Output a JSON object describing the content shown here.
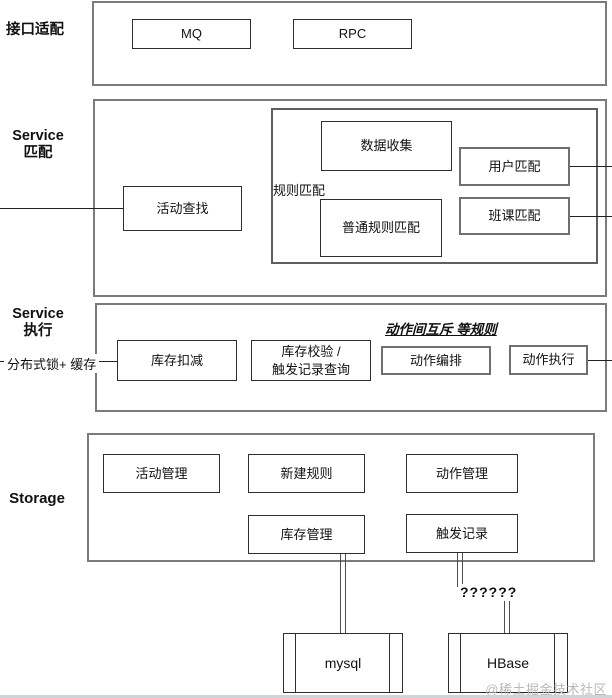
{
  "colors": {
    "section_border": "#7b7b7b",
    "node_border": "#2e2e2e",
    "watermark_text": "#b9b9b9"
  },
  "interface_section": {
    "label": "接口适配",
    "mq": "MQ",
    "rpc": "RPC"
  },
  "match_section": {
    "label": "Service\n匹配",
    "activity_lookup": "活动查找",
    "rule_group_label": "规则匹配",
    "data_collection": "数据收集",
    "normal_rule_match": "普通规则匹配",
    "user_match": "用户匹配",
    "class_match": "班课匹配"
  },
  "execute_section": {
    "label": "Service\n执行",
    "rule_note": "动作间互斥 等规则",
    "lock_cache_label": "分布式锁+ 缓存",
    "inventory_deduct": "库存扣减",
    "inventory_check": "库存校验 /\n触发记录查询",
    "action_orchestration": "动作编排",
    "action_execution": "动作执行"
  },
  "storage_section": {
    "label": "Storage",
    "activity_mgmt": "活动管理",
    "rule_create": "新建规则",
    "action_mgmt": "动作管理",
    "inventory_mgmt": "库存管理",
    "trigger_record": "触发记录"
  },
  "databases": {
    "mysql": "mysql",
    "hbase": "HBase",
    "unknown_link_label": "??????"
  },
  "watermark": "@稀土掘金技术社区"
}
